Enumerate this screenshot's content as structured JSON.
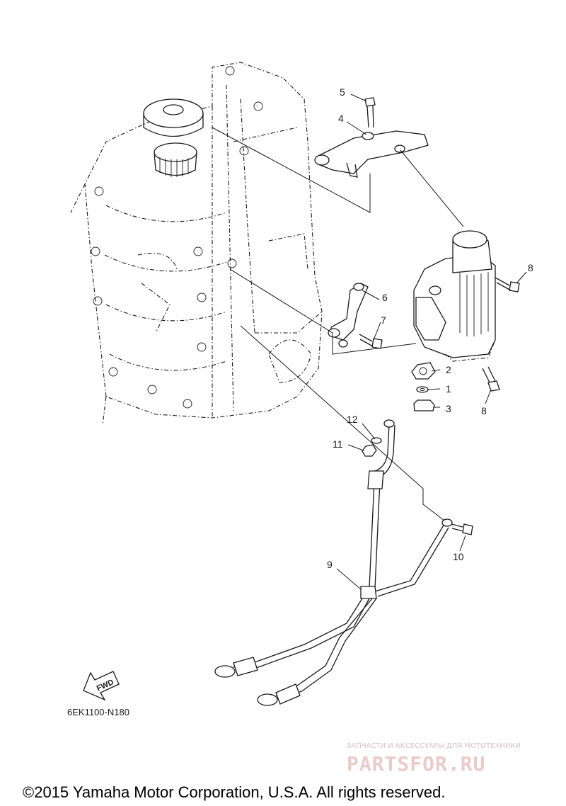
{
  "callouts": {
    "c1": "1",
    "c2": "2",
    "c3": "3",
    "c4": "4",
    "c5": "5",
    "c6": "6",
    "c7": "7",
    "c8a": "8",
    "c8b": "8",
    "c9": "9",
    "c10": "10",
    "c11": "11",
    "c12": "12"
  },
  "part_code": "6EK1100-N180",
  "fwd_label": "FWD",
  "watermark": {
    "subtitle": "ЗАПЧАСТИ И АКСЕССУАРЫ ДЛЯ МОТОТЕХНИКИ",
    "logo": "PARTSFOR.RU"
  },
  "copyright": "©2015 Yamaha Motor Corporation, U.S.A. All rights reserved."
}
